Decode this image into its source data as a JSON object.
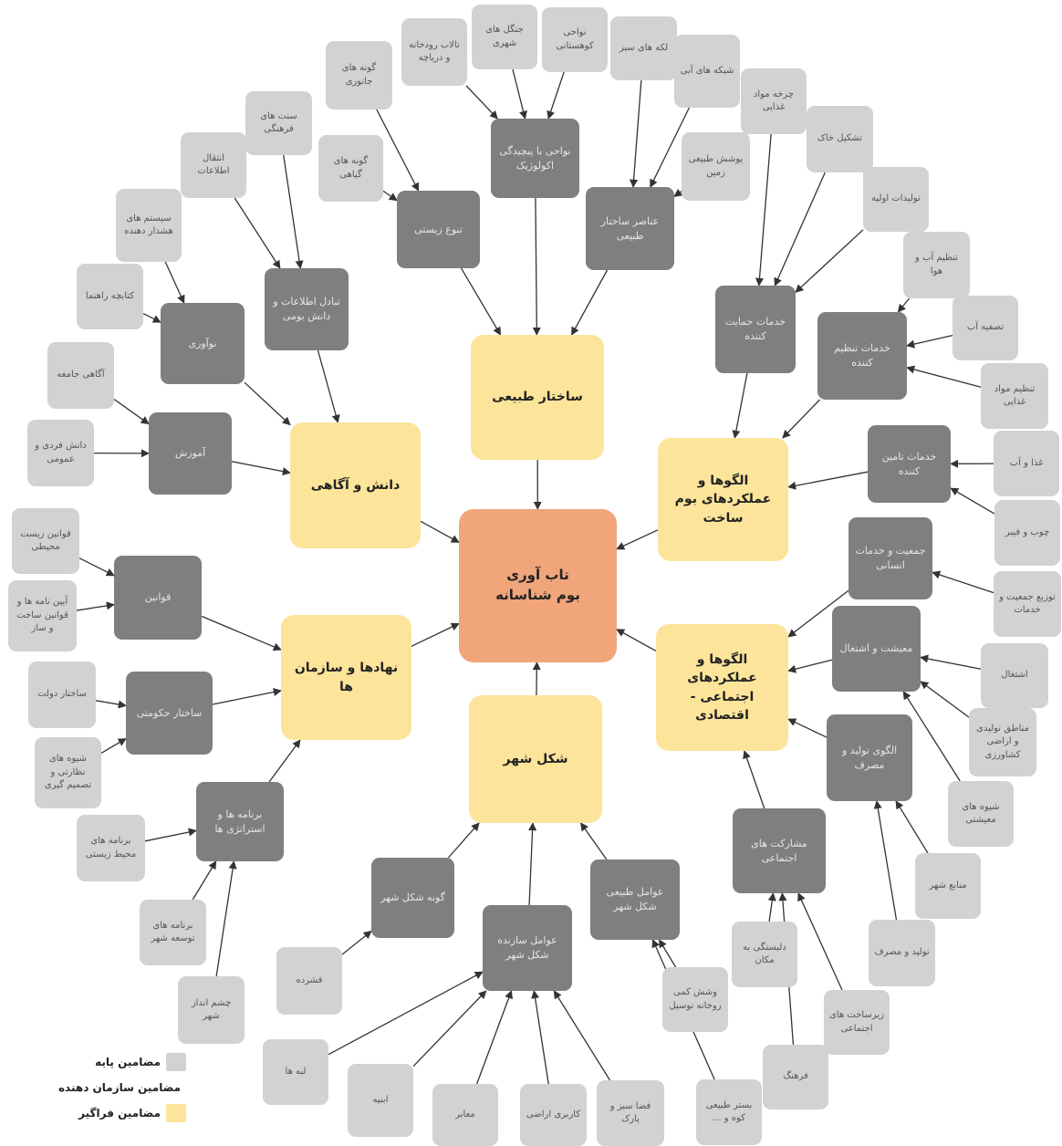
{
  "colors": {
    "base": "#d2d2d2",
    "org": "#7f7f7f",
    "meta": "#fce49a",
    "core": "#f0a57a",
    "arrow": "#333333"
  },
  "legend": {
    "base": "مضامین پایه",
    "org": "مضامین سازمان دهنده",
    "meta": "مضامین فراگیر"
  },
  "core": {
    "line1": "تاب آوری",
    "line2": "بوم شناسانه"
  },
  "meta": {
    "natural_structure": "ساختار طبیعی",
    "knowledge": "دانش و آگاهی",
    "ecological_patterns": "الگوها و عملکردهای بوم ساخت",
    "socio_economic": "الگوها و عملکردهای اجتماعی - اقتصادی",
    "institutions": "نهادها و سازمان ها",
    "urban_form": "شکل شهر"
  },
  "org": {
    "ecosystem_diversity": "نواحی با پیچیدگی اکولوژیک",
    "biodiversity": "تنوع زیستی",
    "natural_elements": "عناصر ساختار طبیعی",
    "info_exchange": "تبادل اطلاعات و دانش بومی",
    "innovation": "نوآوری",
    "education": "آموزش",
    "laws": "قوانین",
    "governance": "ساختار حکومتی",
    "programs": "برنامه ها و استراتژی ها",
    "support_services": "خدمات حمایت کننده",
    "regulating_services": "خدمات تنظیم کننده",
    "provisioning_services": "خدمات تامین کننده",
    "population_services": "جمعیت و خدمات انسانی",
    "livelihood": "معیشت و اشتغال",
    "production_pattern": "الگوی تولید و مصرف",
    "participation": "مشارکت های اجتماعی",
    "natural_factors_form": "عوامل طبیعی شکل شهر",
    "city_form_type": "گونه شکل شهر",
    "form_factors": "عوامل سازنده شکل شهر"
  },
  "base": {
    "animal_species": "گونه های جانوری",
    "wetlands": "تالاب رودخانه و دریاچه",
    "urban_forests": "جنگل های شهری",
    "mountain_areas": "نواحی کوهستانی",
    "green_patches": "لکه های سبز",
    "blue_network": "شبکه های آبی",
    "plant_species": "گونه های گیاهی",
    "natural_cover": "پوشش طبیعی زمین",
    "food_cycle": "چرخه مواد غذایی",
    "soil_formation": "تشکیل خاک",
    "primary_production": "تولیدات اولیه",
    "water_air_regulation": "تنظیم آب و هوا",
    "water_purification": "تصفیه آب",
    "nutrient_regulation": "تنظیم مواد غذایی",
    "food_water": "غذا و آب",
    "wood_fiber": "چوب و فیبر",
    "pop_distribution": "توزیع جمعیت و خدمات",
    "employment": "اشتغال",
    "agri_land": "مناطق تولیدی و اراضی کشاورزی",
    "livelihood_patterns": "شیوه های معیشتی",
    "urban_resources": "منابع شهر",
    "prod_consumption": "تولید و مصرف",
    "social_infra": "زیرساخت های اجتماعی",
    "culture": "فرهنگ",
    "place_attachment": "دلبستگی به مکان",
    "green_space": "وشش کمی روخانه نوسیل",
    "natural_space_mtn": "بستر طبیعی کوه و ...",
    "green_space_parks": "فضا سبز و پارک",
    "land_use": "کاربری اراضی",
    "passages": "معابر",
    "buildings": "ابنیه",
    "urban_edge": "لبه ها",
    "density": "فشرده",
    "urban_perspective": "چشم انداز شهر",
    "dev_programs": "برنامه های توسعه شهر",
    "env_programs": "برنامه های محیط زیستی",
    "decision_styles": "شیوه های نظارتی و تصمیم گیری",
    "govt_structure": "ساختار دولت",
    "construction_regs": "آیین نامه ها و قوانین ساخت و ساز",
    "env_laws": "قوانین زیست محیطی",
    "public_knowledge": "دانش فردی و عمومی",
    "general_awareness": "آگاهی جامعه",
    "guidelines": "کتابچه راهنما",
    "warning_systems": "سیستم های هشدار دهنده",
    "info_transfer": "انتقال اطلاعات",
    "cultural_traditions": "سنت های فرهنگی"
  }
}
